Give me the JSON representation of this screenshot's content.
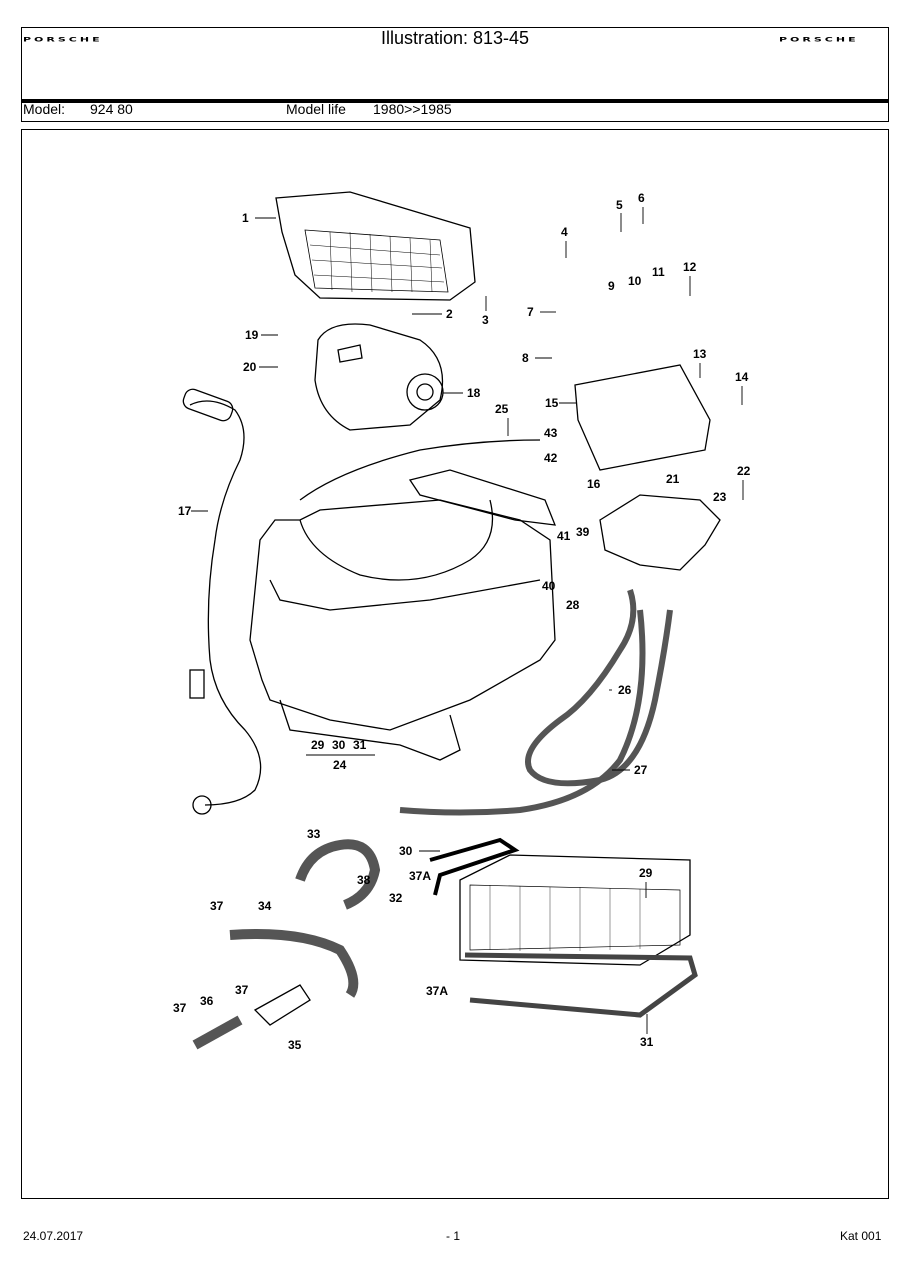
{
  "header": {
    "logo_left": "PORSCHE",
    "logo_right": "PORSCHE",
    "title": "Illustration: 813-45"
  },
  "model_bar": {
    "model_label": "Model:",
    "model_value": "924 80",
    "model_life_label": "Model life",
    "model_life_value": "1980>>1985"
  },
  "diagram": {
    "callouts": [
      "1",
      "2",
      "3",
      "4",
      "5",
      "6",
      "7",
      "8",
      "9",
      "10",
      "11",
      "12",
      "13",
      "14",
      "15",
      "16",
      "17",
      "18",
      "19",
      "20",
      "21",
      "22",
      "23",
      "24",
      "25",
      "26",
      "27",
      "28",
      "29",
      "30",
      "31",
      "32",
      "33",
      "34",
      "35",
      "36",
      "37",
      "37A",
      "38",
      "39",
      "40",
      "41",
      "42",
      "43"
    ]
  },
  "footer": {
    "date": "24.07.2017",
    "page": "- 1",
    "catalog": "Kat 001"
  }
}
